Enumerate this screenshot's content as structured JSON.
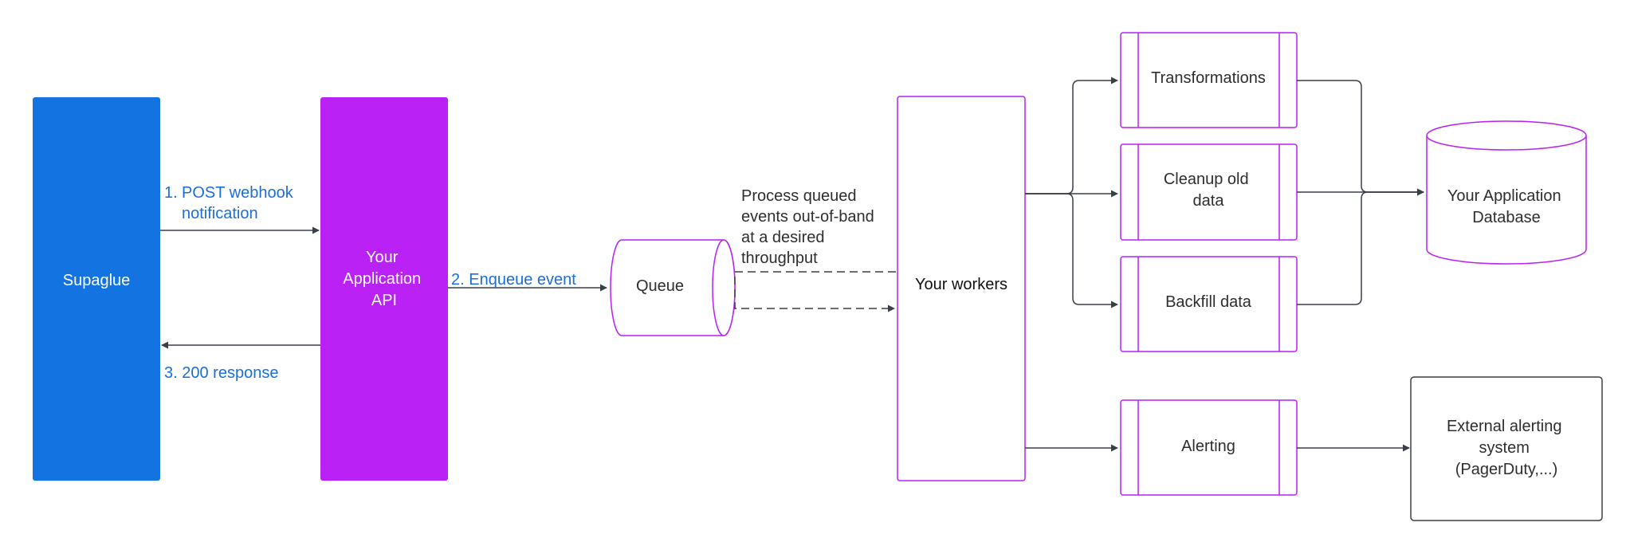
{
  "nodes": {
    "supaglue": {
      "label": "Supaglue",
      "fill": "#1273e1"
    },
    "api": {
      "lines": [
        "Your",
        "Application",
        "API"
      ],
      "fill": "#b921f4"
    },
    "queue": {
      "label": "Queue"
    },
    "workers": {
      "label": "Your workers"
    },
    "transformations": {
      "label": "Transformations"
    },
    "cleanup": {
      "lines": [
        "Cleanup old",
        "data"
      ]
    },
    "backfill": {
      "label": "Backfill data"
    },
    "alerting": {
      "label": "Alerting"
    },
    "database": {
      "lines": [
        "Your Application",
        "Database"
      ]
    },
    "external": {
      "lines": [
        "External alerting",
        "system",
        "(PagerDuty,...)"
      ]
    }
  },
  "edges": {
    "post": {
      "number": "1.",
      "lines": [
        "POST webhook",
        "notification"
      ]
    },
    "response": {
      "label": "3. 200 response"
    },
    "enqueue": {
      "label": "2. Enqueue event"
    },
    "process": {
      "lines": [
        "Process queued",
        "events out-of-band",
        "at a desired",
        "throughput"
      ]
    }
  },
  "colors": {
    "accent_purple": "#b921f4",
    "supaglue_blue": "#1273e1",
    "label_blue": "#1a6fd6",
    "line": "#3a3f47",
    "text": "#2e2e2e"
  }
}
